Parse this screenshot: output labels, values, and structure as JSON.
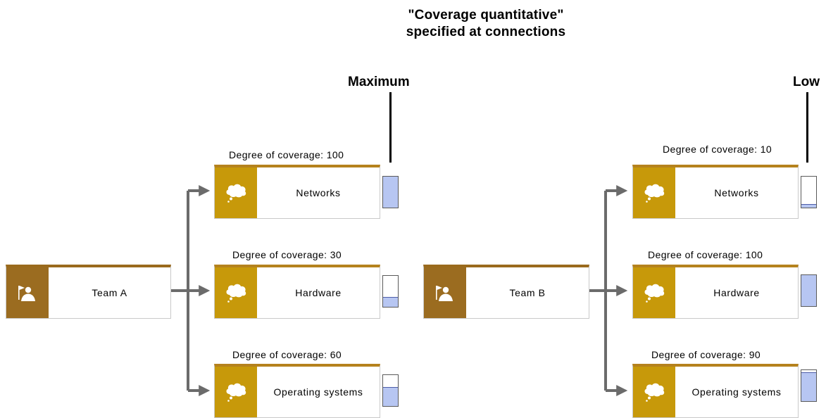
{
  "title": {
    "line1": "\"Coverage quantitative\"",
    "line2": "specified at connections"
  },
  "callouts": {
    "left": "Maximum",
    "right": "Low"
  },
  "colors": {
    "function_box_icon": "#c7990a",
    "org_box_icon": "#9b6c20",
    "gauge_fill": "#b7c6f2",
    "connector": "#6b6b6b"
  },
  "teams": [
    {
      "name": "Team A",
      "targets": [
        {
          "label": "Networks",
          "coverage_text": "Degree of coverage: 100",
          "coverage": 100
        },
        {
          "label": "Hardware",
          "coverage_text": "Degree of coverage: 30",
          "coverage": 30
        },
        {
          "label": "Operating systems",
          "coverage_text": "Degree of coverage: 60",
          "coverage": 60
        }
      ]
    },
    {
      "name": "Team B",
      "targets": [
        {
          "label": "Networks",
          "coverage_text": "Degree of coverage: 10",
          "coverage": 10
        },
        {
          "label": "Hardware",
          "coverage_text": "Degree of coverage: 100",
          "coverage": 100
        },
        {
          "label": "Operating systems",
          "coverage_text": "Degree of coverage: 90",
          "coverage": 90
        }
      ]
    }
  ]
}
